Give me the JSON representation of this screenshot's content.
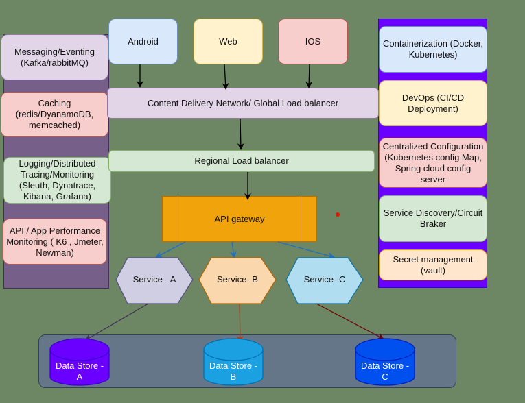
{
  "clients": [
    {
      "label": "Android"
    },
    {
      "label": "Web"
    },
    {
      "label": "IOS"
    }
  ],
  "cdn": {
    "label": "Content Delivery Network/ Global Load balancer"
  },
  "regional_lb": {
    "label": "Regional Load balancer"
  },
  "api_gateway": {
    "label": "API gateway"
  },
  "services": [
    {
      "label": "Service - A"
    },
    {
      "label": "Service- B"
    },
    {
      "label": "Service -C"
    }
  ],
  "data_stores": [
    {
      "label": "Data Store -\nA"
    },
    {
      "label": "Data Store -\nB"
    },
    {
      "label": "Data Store -\nC"
    }
  ],
  "left_panel": {
    "items": [
      {
        "label": "Messaging/Eventing\n(Kafka/rabbitMQ)"
      },
      {
        "label": "Caching\n(redis/DyanamoDB,\nmemcached)"
      },
      {
        "label": "Logging/Distributed\nTracing/Monitoring\n(Sleuth, Dynatrace,\nKibana, Grafana)"
      },
      {
        "label": "API / App Performance\nMonitoring ( K6 , Jmeter,\nNewman)"
      }
    ]
  },
  "right_panel": {
    "items": [
      {
        "label": "Containerization (Docker,\nKubernetes)"
      },
      {
        "label": "DevOps (CI/CD\nDeployment)"
      },
      {
        "label": "Centralized Configuration\n(Kubernetes config Map,\nSpring cloud config\nserver"
      },
      {
        "label": "Service Discovery/Circuit\nBraker"
      },
      {
        "label": "Secret management\n(vault)"
      }
    ]
  },
  "colors": {
    "background": "#6d8764",
    "gateway": "#f0a30a",
    "store_a": "#6a00ff",
    "store_b": "#1ba1e2",
    "store_c": "#0050ef"
  }
}
